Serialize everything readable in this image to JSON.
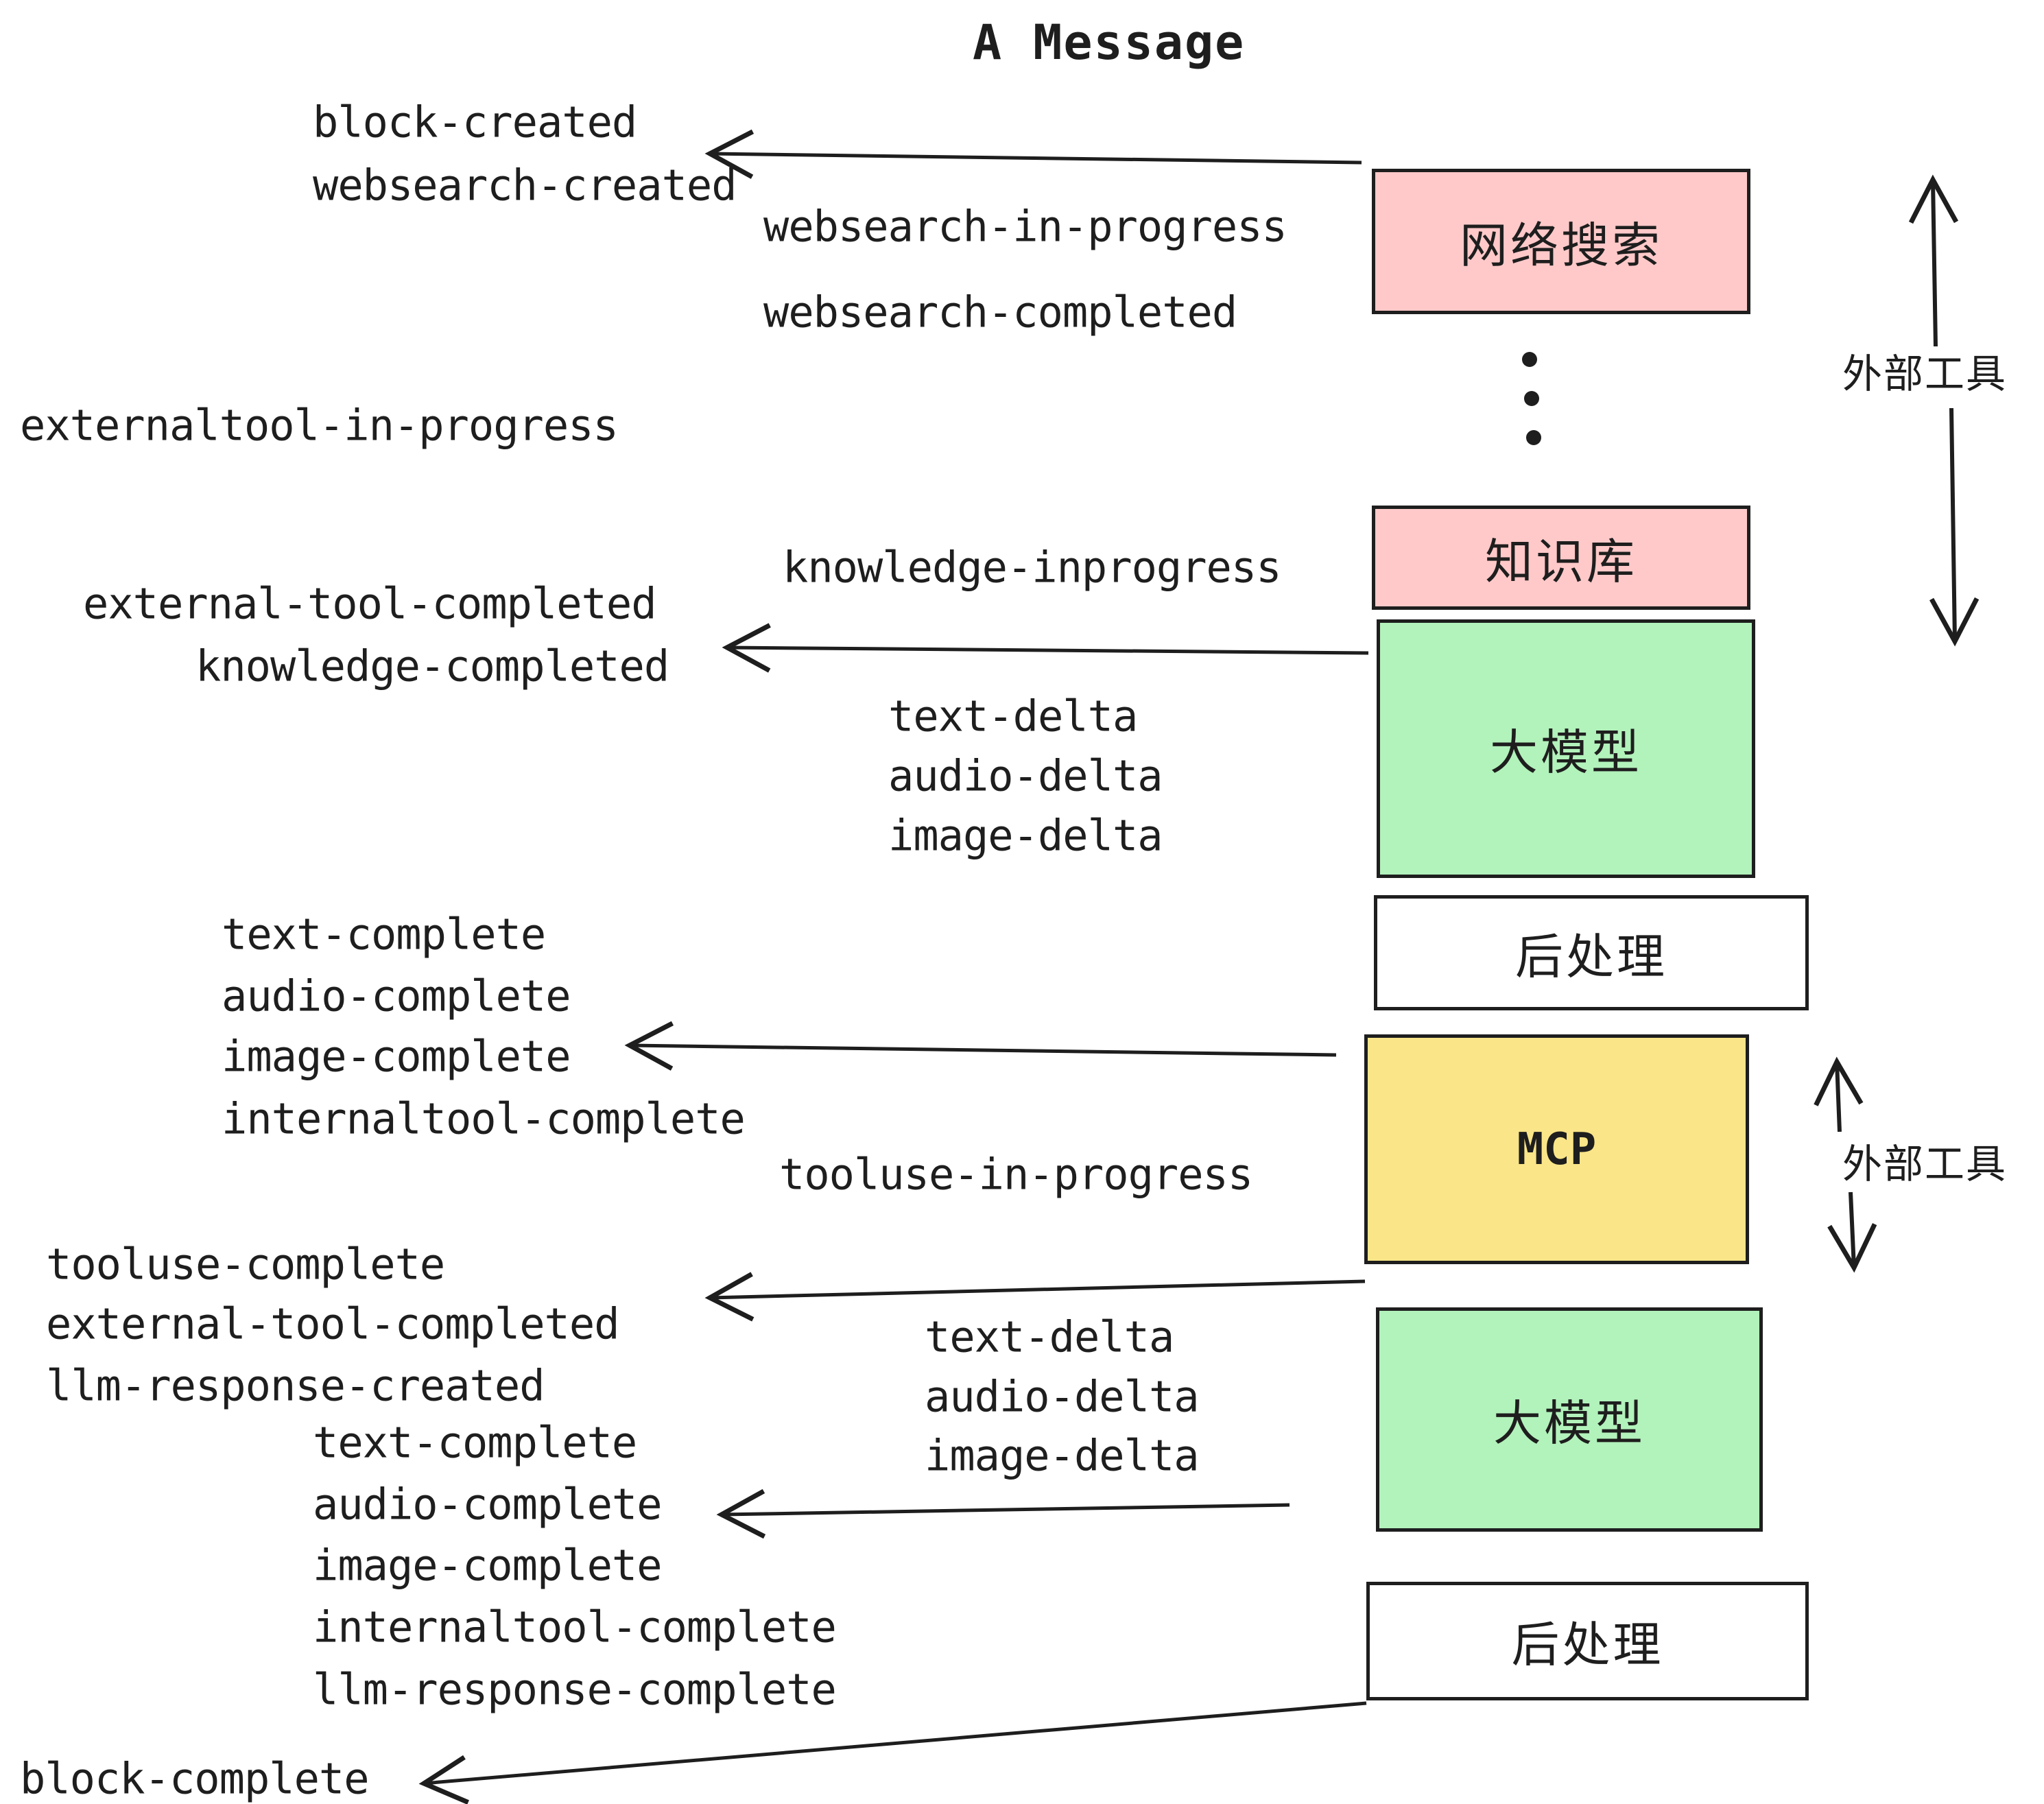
{
  "title": "A Message",
  "colors": {
    "ink": "#1e1e1e",
    "pink": "#ffc9c9",
    "green": "#b2f2bb",
    "yellow": "#fae588",
    "paper": "#ffffff"
  },
  "nodes": {
    "websearch": "网络搜索",
    "knowledge": "知识库",
    "llm": "大模型",
    "postprocess": "后处理",
    "mcp": "MCP"
  },
  "side": {
    "external_tools": "外部工具"
  },
  "events": {
    "block_created": "block-created",
    "websearch_created": "websearch-created",
    "websearch_in_progress": "websearch-in-progress",
    "websearch_completed": "websearch-completed",
    "externaltool_in_progress": "externaltool-in-progress",
    "knowledge_inprogress": "knowledge-inprogress",
    "external_tool_completed": "external-tool-completed",
    "knowledge_completed": "knowledge-completed",
    "text_delta": "text-delta",
    "audio_delta": "audio-delta",
    "image_delta": "image-delta",
    "text_complete": "text-complete",
    "audio_complete": "audio-complete",
    "image_complete": "image-complete",
    "internaltool_complete": "internaltool-complete",
    "tooluse_in_progress": "tooluse-in-progress",
    "tooluse_complete": "tooluse-complete",
    "llm_response_created": "llm-response-created",
    "llm_response_complete": "llm-response-complete",
    "block_complete": "block-complete"
  }
}
